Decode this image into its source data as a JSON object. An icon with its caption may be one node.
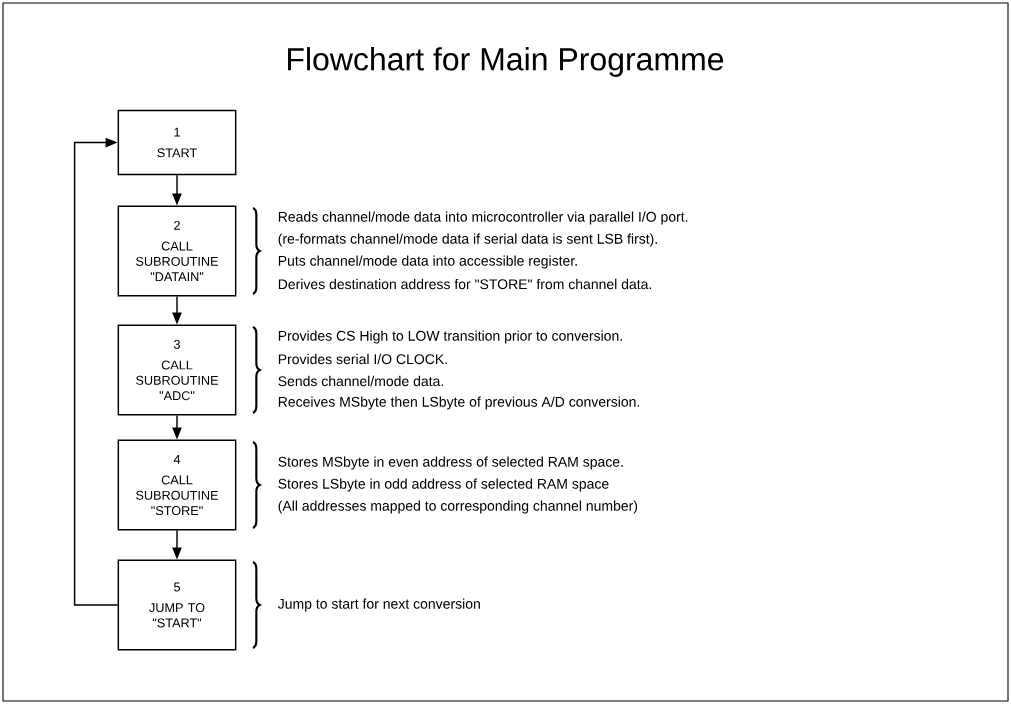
{
  "diagram": {
    "title": "Flowchart for Main Programme",
    "nodes": [
      {
        "text": [
          "1",
          "START"
        ]
      },
      {
        "text": [
          "2",
          "CALL SUBROUTINE \"DATAIN\""
        ],
        "beside": [
          "Reads channel/mode data into microcontroller via parallel I/O port.",
          "(re-formats channel/mode data if serial data is sent LSB first).",
          "Puts channel/mode data into accessible register.",
          "Derives destination address for \"STORE\" from channel data."
        ]
      },
      {
        "text": [
          "3",
          "CALL SUBROUTINE \"ADC\""
        ],
        "beside": [
          "Provides CS High to LOW transition prior to conversion.",
          "Provides serial I/O CLOCK.",
          "Sends channel/mode data.",
          "Receives MSbyte then LSbyte of previous A/D conversion."
        ]
      },
      {
        "text": [
          "4",
          "CALL SUBROUTINE \"STORE\""
        ],
        "beside": [
          "Stores MSbyte in even address of selected RAM space.",
          "Stores LSbyte in odd address of selected RAM space",
          "(All addresses mapped to corresponding channel number)"
        ]
      },
      {
        "text": [
          "5",
          "JUMP TO \"START\""
        ],
        "beside": [
          "Jump to start for next conversion"
        ]
      }
    ],
    "edges": [
      {
        "from": 0,
        "to": 1,
        "arrow": "to"
      },
      {
        "from": 1,
        "to": 2,
        "arrow": "to"
      },
      {
        "from": 2,
        "to": 3,
        "arrow": "to"
      },
      {
        "from": 3,
        "to": 4,
        "arrow": "to"
      },
      {
        "from": 4,
        "to": 0,
        "arrow": "to"
      }
    ]
  }
}
